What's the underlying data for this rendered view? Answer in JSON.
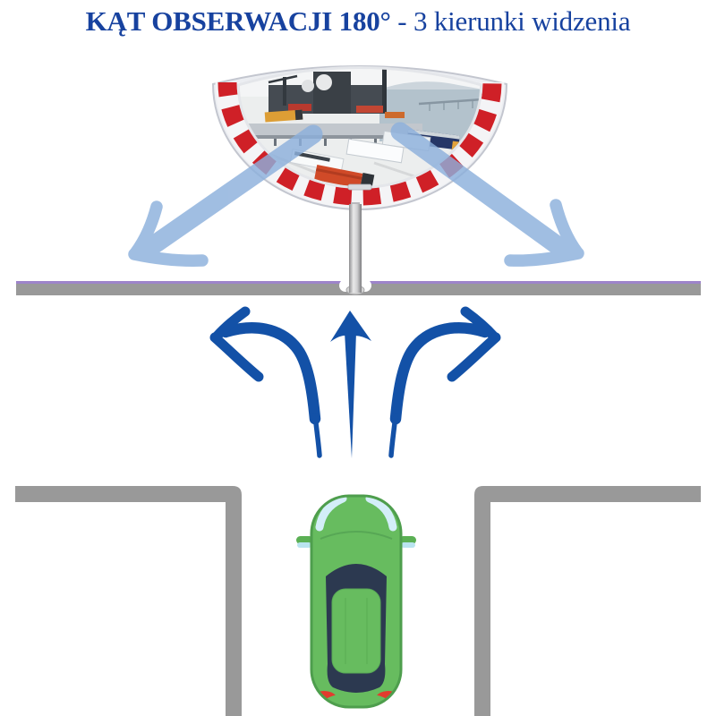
{
  "title": {
    "bold": "KĄT OBSERWACJI 180°",
    "rest": " - 3 kierunki widzenia"
  },
  "colors": {
    "title_blue": "#17429f",
    "direction_arrow_blue": "#1351a7",
    "view_arrow_light_blue": "#8cb0dc",
    "mirror_stripe_red": "#cf2027",
    "mirror_frame": "#eceef2",
    "road_gray": "#999999",
    "road_edge_purple": "#9d84ca",
    "car_green": "#67bc5f",
    "car_window_navy": "#2c3950",
    "car_glass_cyan": "#d3eef8",
    "car_taillight_red": "#e23b2e"
  },
  "diagram": {
    "mirror": "half-dome convex traffic mirror with red-white striped rim reflecting a winter port with trucks",
    "view_arrows": [
      "down-left",
      "down-right"
    ],
    "direction_arrows": [
      "turn-left",
      "straight-ahead",
      "turn-right"
    ],
    "vehicle": "green car seen from above approaching a T-intersection",
    "roads": "top road edge with mirror pole, T-intersection at bottom"
  }
}
